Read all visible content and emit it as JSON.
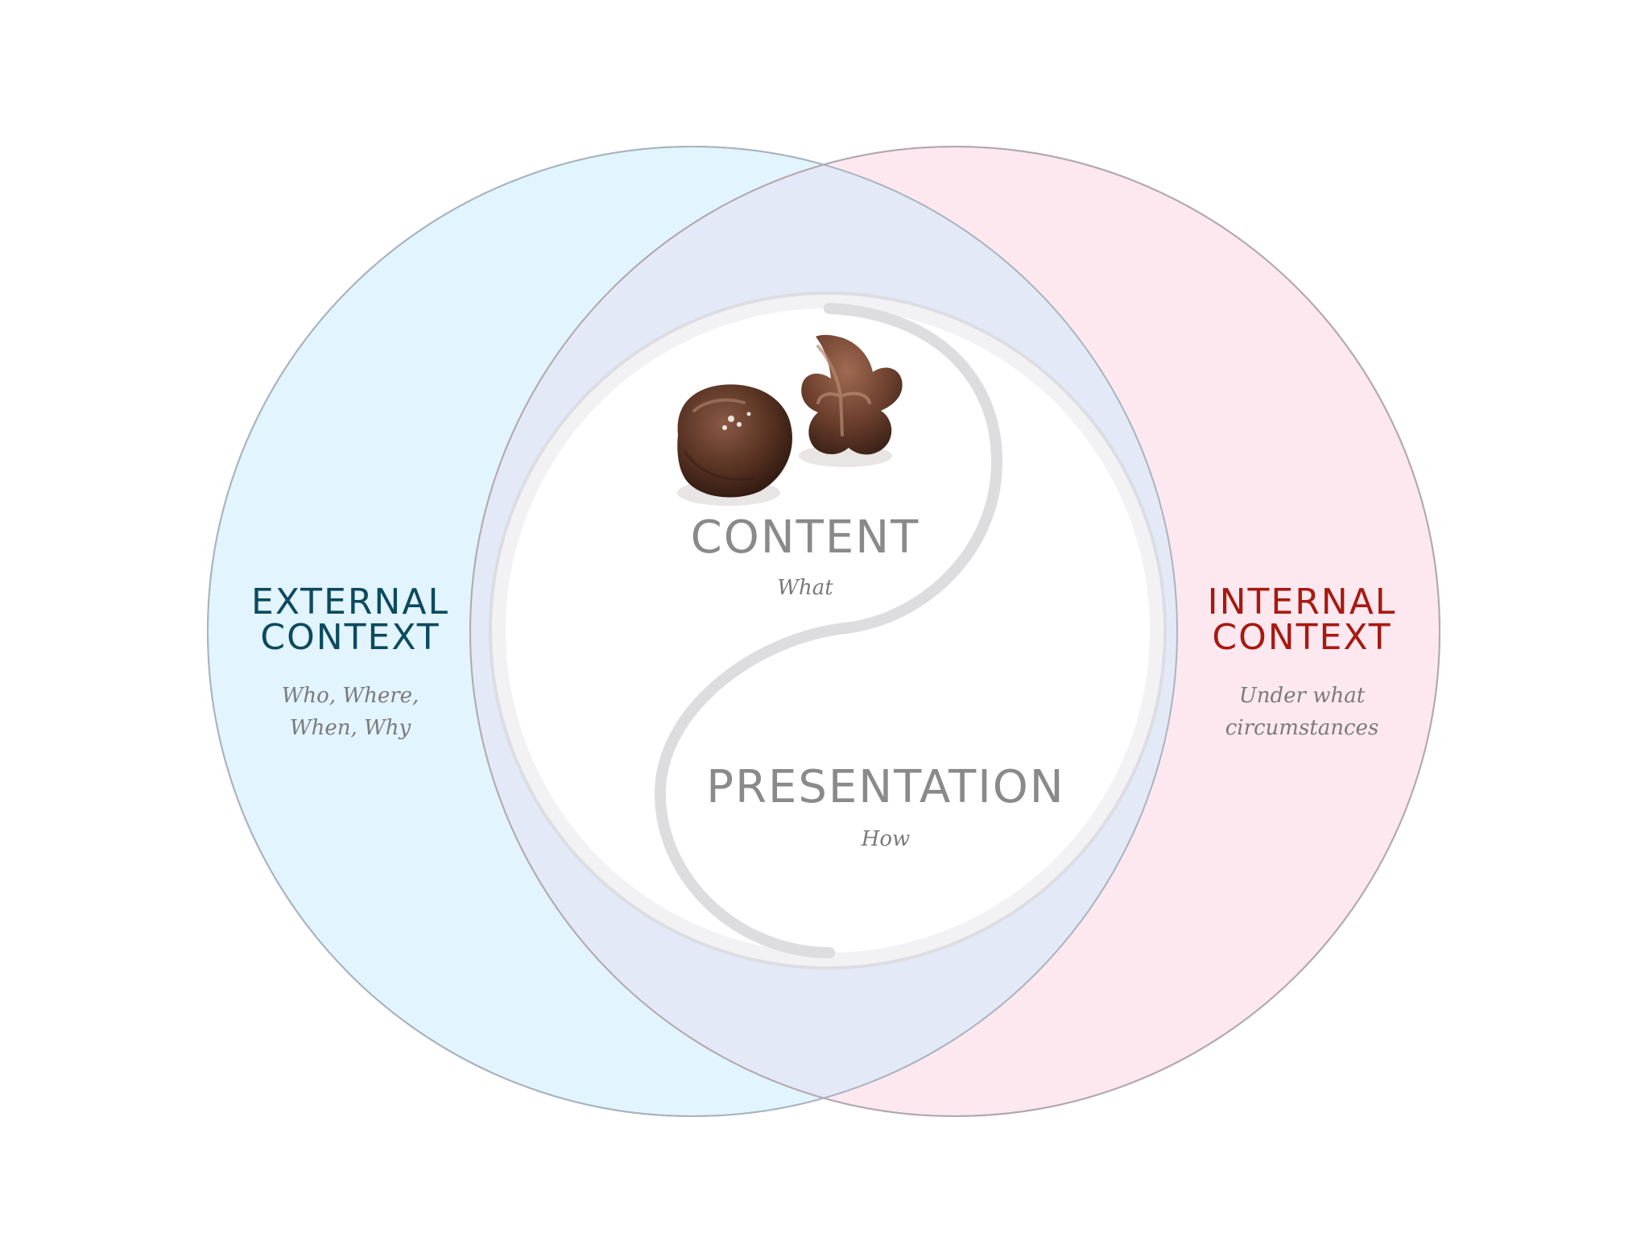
{
  "diagram": {
    "external": {
      "title_line1": "EXTERNAL",
      "title_line2": "CONTEXT",
      "sub_line1": "Who, Where,",
      "sub_line2": "When, Why",
      "fill_color": "#e2f4fd",
      "text_color": "#0c4a5e"
    },
    "internal": {
      "title_line1": "INTERNAL",
      "title_line2": "CONTEXT",
      "sub_line1": "Under what",
      "sub_line2": "circumstances",
      "fill_color": "#fde8f0",
      "text_color": "#a8190f"
    },
    "content": {
      "title": "CONTENT",
      "sub": "What"
    },
    "presentation": {
      "title": "PRESENTATION",
      "sub": "How"
    },
    "image": {
      "icon": "chocolate-truffles-image"
    },
    "overlap_color": "#e3e9f6",
    "core_color": "#ffffff"
  }
}
